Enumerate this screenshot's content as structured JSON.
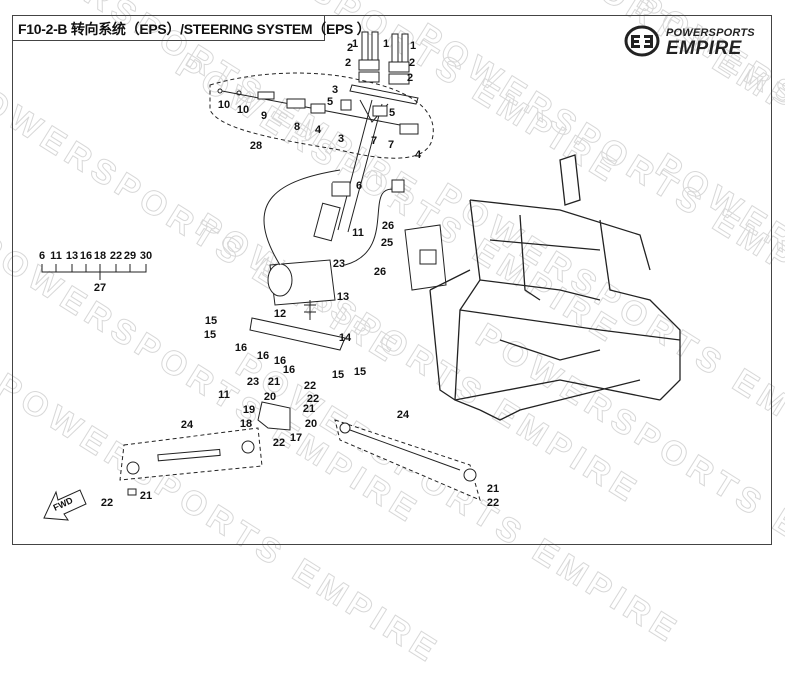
{
  "title": "F10-2-B 转向系统（EPS）/STEERING SYSTEM（EPS ）",
  "logo": {
    "top": "POWERSPORTS",
    "main": "EMPIRE"
  },
  "watermark": "POWERSPORTS EMPIRE",
  "fwd_label": "FWD",
  "group_27": {
    "items": [
      "6",
      "11",
      "13",
      "16",
      "18",
      "22",
      "29",
      "30"
    ],
    "label": "27"
  },
  "callouts": [
    "1",
    "1",
    "1",
    "2",
    "2",
    "2",
    "2",
    "3",
    "5",
    "10",
    "10",
    "9",
    "8",
    "4",
    "5",
    "3",
    "7",
    "7",
    "4",
    "28",
    "6",
    "11",
    "23",
    "13",
    "26",
    "25",
    "26",
    "12",
    "15",
    "15",
    "14",
    "16",
    "16",
    "16",
    "16",
    "15",
    "15",
    "23",
    "21",
    "22",
    "11",
    "20",
    "22",
    "21",
    "19",
    "18",
    "17",
    "20",
    "22",
    "24",
    "21",
    "22",
    "24",
    "21",
    "22"
  ]
}
